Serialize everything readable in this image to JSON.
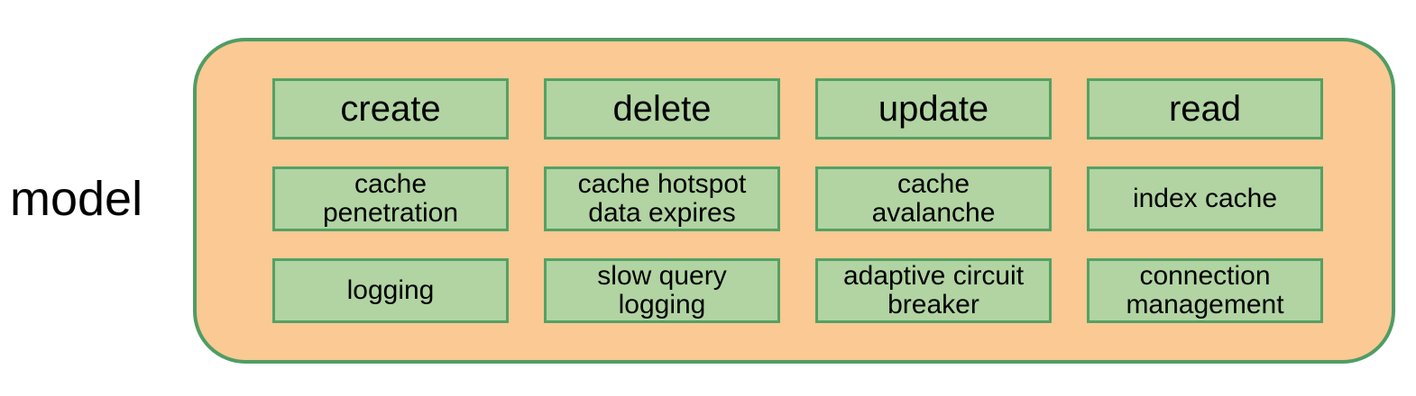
{
  "diagram": {
    "label": "model",
    "colors": {
      "container_fill": "#fbc993",
      "container_border": "#4f9d64",
      "box_fill": "#b1d4a2",
      "box_border": "#53a165",
      "text": "#000000",
      "background": "#ffffff"
    },
    "columns": [
      {
        "title": "create",
        "cells": [
          "cache\npenetration",
          "logging"
        ]
      },
      {
        "title": "delete",
        "cells": [
          "cache hotspot\ndata expires",
          "slow query\nlogging"
        ]
      },
      {
        "title": "update",
        "cells": [
          "cache\navalanche",
          "adaptive circuit\nbreaker"
        ]
      },
      {
        "title": "read",
        "cells": [
          "index cache",
          "connection\nmanagement"
        ]
      }
    ]
  }
}
